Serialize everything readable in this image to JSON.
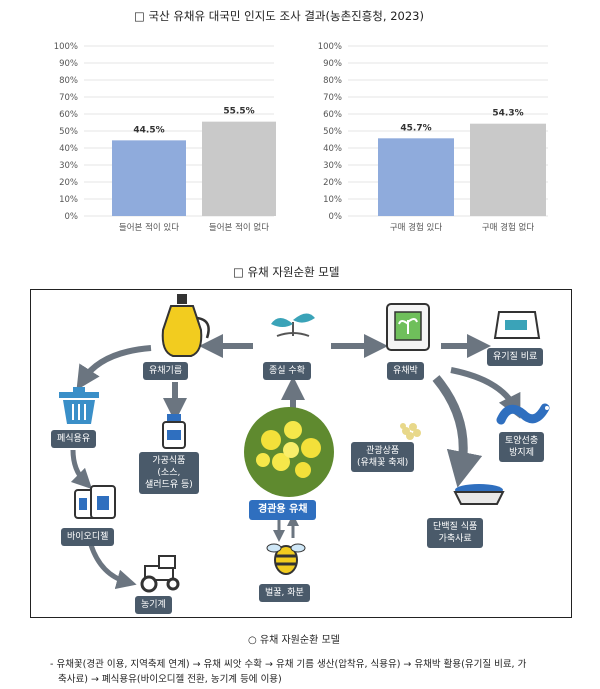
{
  "titles": {
    "survey": "□ 국산 유채유 대국민 인지도 조사 결과(농촌진흥청, 2023)",
    "model": "□ 유채 자원순환 모델",
    "caption": "○ 유채 자원순환 모델"
  },
  "chart_data": [
    {
      "type": "bar",
      "categories": [
        "들어본 적이 있다",
        "들어본 적이 없다"
      ],
      "values": [
        44.5,
        55.5
      ],
      "value_labels": [
        "44.5%",
        "55.5%"
      ],
      "ylim": [
        0,
        100
      ],
      "yticks": [
        "0%",
        "10%",
        "20%",
        "30%",
        "40%",
        "50%",
        "60%",
        "70%",
        "80%",
        "90%",
        "100%"
      ],
      "colors": [
        "#8fabdc",
        "#c9c9c9"
      ],
      "grid": true
    },
    {
      "type": "bar",
      "categories": [
        "구매 경험 있다",
        "구매 경험 없다"
      ],
      "values": [
        45.7,
        54.3
      ],
      "value_labels": [
        "45.7%",
        "54.3%"
      ],
      "ylim": [
        0,
        100
      ],
      "yticks": [
        "0%",
        "10%",
        "20%",
        "30%",
        "40%",
        "50%",
        "60%",
        "70%",
        "80%",
        "90%",
        "100%"
      ],
      "colors": [
        "#8fabdc",
        "#c9c9c9"
      ],
      "grid": true
    }
  ],
  "diagram": {
    "center": "경관용 유채",
    "oil": "유채기름",
    "seed": "종실 수확",
    "meal": "유채박",
    "organic": "유기질 비료",
    "soil": "토양선충\n방지제",
    "protein": "단백질 식품\n가축사료",
    "tourism": "관광상품\n(유채꽃 축제)",
    "honey": "벌꿀, 화분",
    "processed": "가공식품\n(소스,\n샐러드유 등)",
    "waste_oil": "폐식용유",
    "biodiesel": "바이오디젤",
    "farm": "농기계"
  },
  "note": {
    "line1": "- 유채꽃(경관 이용, 지역축제 연계) → 유채 씨앗 수확 → 유채 기름 생산(압착유, 식용유) → 유채박 활용(유기질 비료, 가",
    "line2": "축사료) → 폐식용유(바이오디젤 전환, 농기계 등에 이용)"
  },
  "colors": {
    "bar_blue": "#8fabdc",
    "bar_gray": "#c9c9c9",
    "label_dark": "#4a5a6a",
    "label_blue": "#2f6fbf",
    "arrow": "#6b7580"
  }
}
